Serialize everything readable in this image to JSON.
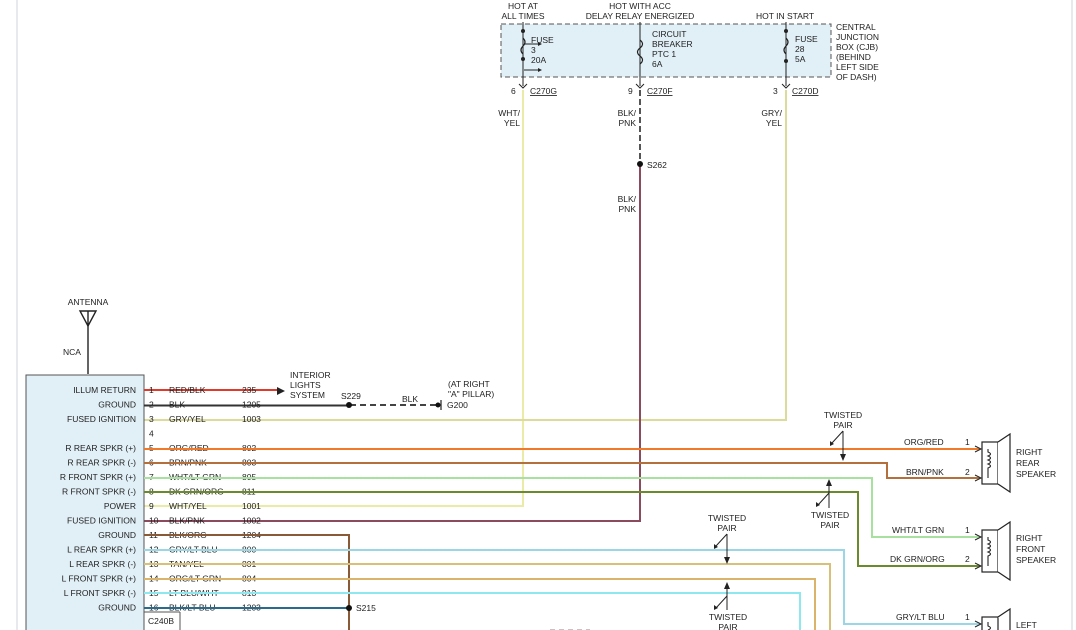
{
  "cjb": {
    "labels": [
      "CENTRAL",
      "JUNCTION",
      "BOX (CJB)",
      "(BEHIND",
      "LEFT SIDE",
      "OF DASH)"
    ],
    "circuits": [
      {
        "heading": [
          "HOT AT",
          "ALL TIMES"
        ],
        "device": [
          "FUSE",
          "3",
          "20A"
        ],
        "pin": "6",
        "connector": "C270G",
        "wire": [
          "WHT/",
          "YEL"
        ],
        "wire_color": "#e9eba6"
      },
      {
        "heading": [
          "HOT WITH ACC",
          "DELAY RELAY ENERGIZED"
        ],
        "device": [
          "CIRCUIT",
          "BREAKER",
          "PTC 1",
          "6A"
        ],
        "pin": "9",
        "connector": "C270F",
        "wire": [
          "BLK/",
          "PNK"
        ],
        "wire_color": "#8b4a5e"
      },
      {
        "heading": [
          "HOT IN START"
        ],
        "device": [
          "FUSE",
          "28",
          "5A"
        ],
        "pin": "3",
        "connector": "C270D",
        "wire": [
          "GRY/",
          "YEL"
        ],
        "wire_color": "#dddb9a"
      }
    ]
  },
  "splice_s262": "S262",
  "wire_below_splice": [
    "BLK/",
    "PNK"
  ],
  "antenna": {
    "label": "ANTENNA",
    "module": "NCA"
  },
  "radio": {
    "connector": "C240B",
    "pins": [
      {
        "func": "ILLUM RETURN",
        "pin": "1",
        "wire": "RED/BLK",
        "circuit": "235",
        "color": "#e23a2a"
      },
      {
        "func": "GROUND",
        "pin": "2",
        "wire": "BLK",
        "circuit": "1205",
        "color": "#333333"
      },
      {
        "func": "FUSED IGNITION",
        "pin": "3",
        "wire": "GRY/YEL",
        "circuit": "1003",
        "color": "#dddb9a"
      },
      {
        "func": "",
        "pin": "4",
        "wire": "",
        "circuit": "",
        "color": ""
      },
      {
        "func": "R REAR SPKR (+)",
        "pin": "5",
        "wire": "ORG/RED",
        "circuit": "802",
        "color": "#f07a2a"
      },
      {
        "func": "R REAR SPKR (-)",
        "pin": "6",
        "wire": "BRN/PNK",
        "circuit": "803",
        "color": "#b4703c"
      },
      {
        "func": "R FRONT SPKR (+)",
        "pin": "7",
        "wire": "WHT/LT GRN",
        "circuit": "805",
        "color": "#a8e0a0"
      },
      {
        "func": "R FRONT SPKR (-)",
        "pin": "8",
        "wire": "DK GRN/ORG",
        "circuit": "811",
        "color": "#6a8a2c"
      },
      {
        "func": "POWER",
        "pin": "9",
        "wire": "WHT/YEL",
        "circuit": "1001",
        "color": "#e9eba6"
      },
      {
        "func": "FUSED IGNITION",
        "pin": "10",
        "wire": "BLK/PNK",
        "circuit": "1002",
        "color": "#8b4a5e"
      },
      {
        "func": "GROUND",
        "pin": "11",
        "wire": "BLK/ORG",
        "circuit": "1204",
        "color": "#8a5a36"
      },
      {
        "func": "L REAR SPKR (+)",
        "pin": "12",
        "wire": "GRY/LT BLU",
        "circuit": "800",
        "color": "#9ad6e6"
      },
      {
        "func": "L REAR SPKR (-)",
        "pin": "13",
        "wire": "TAN/YEL",
        "circuit": "801",
        "color": "#d6c07a"
      },
      {
        "func": "L FRONT SPKR (+)",
        "pin": "14",
        "wire": "ORG/LT GRN",
        "circuit": "804",
        "color": "#d9b46a"
      },
      {
        "func": "L FRONT SPKR (-)",
        "pin": "15",
        "wire": "LT BLU/WHT",
        "circuit": "813",
        "color": "#8fe8f0"
      },
      {
        "func": "GROUND",
        "pin": "16",
        "wire": "BLK/LT BLU",
        "circuit": "1203",
        "color": "#2a6a8a"
      }
    ]
  },
  "interior_lights": [
    "INTERIOR",
    "LIGHTS",
    "SYSTEM"
  ],
  "splice_s229": "S229",
  "ground_wire": "BLK",
  "ground_location": [
    "(AT RIGHT",
    "\"A\" PILLAR)"
  ],
  "ground_g200": "G200",
  "splice_s215": "S215",
  "twisted_pair": [
    "TWISTED",
    "PAIR"
  ],
  "right_rear_speaker": {
    "labels": [
      "RIGHT",
      "REAR",
      "SPEAKER"
    ],
    "pins": [
      {
        "pin": "1",
        "wire": "ORG/RED"
      },
      {
        "pin": "2",
        "wire": "BRN/PNK"
      }
    ]
  },
  "right_front_speaker": {
    "labels": [
      "RIGHT",
      "FRONT",
      "SPEAKER"
    ],
    "pins": [
      {
        "pin": "1",
        "wire": "WHT/LT GRN"
      },
      {
        "pin": "2",
        "wire": "DK GRN/ORG"
      }
    ]
  },
  "left_speaker": {
    "labels": [
      "LEFT"
    ],
    "pins": [
      {
        "pin": "1",
        "wire": "GRY/LT BLU"
      }
    ]
  }
}
